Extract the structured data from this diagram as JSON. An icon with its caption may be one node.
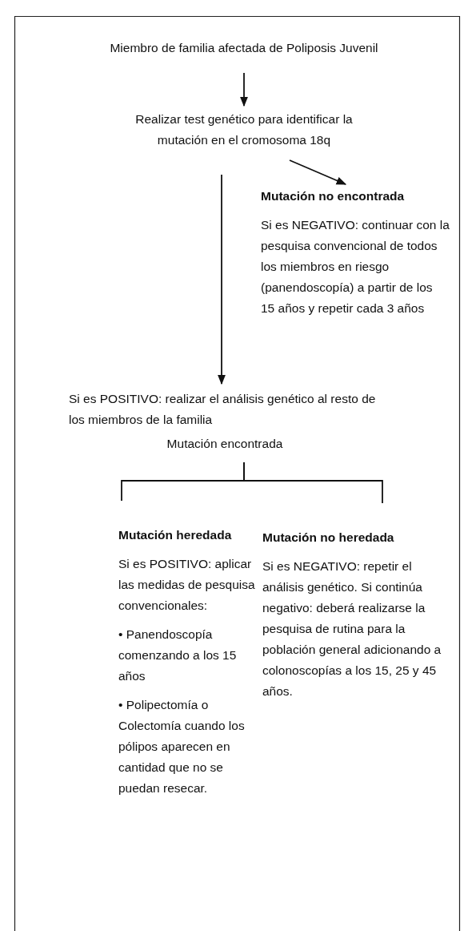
{
  "diagram": {
    "nodes": [
      {
        "text": [
          "Miembro de familia afectada de Poliposis Juvenil"
        ]
      },
      {
        "text": [
          "Realizar test genético para identificar la mutación en el cromosoma 18q"
        ]
      },
      {
        "text": [
          "Mutación no encontrada",
          "Si es NEGATIVO: continuar con la pesquisa convencional de todos los miembros en riesgo (panendoscopía) a partir de los 15 años y repetir cada 3 años"
        ]
      },
      {
        "text": [
          "Si es POSITIVO: realizar el análisis genético al resto de los miembros de la familia",
          "Mutación encontrada"
        ]
      },
      {
        "text": [
          "Mutación heredada",
          "Si es POSITIVO: aplicar las medidas de pesquisa convencionales:",
          "• Panendoscopía comenzando a los 15 años",
          "• Polipectomía o Colectomía cuando los pólipos aparecen en cantidad que no se puedan resecar."
        ]
      },
      {
        "text": [
          "Mutación no heredada",
          "Si es NEGATIVO: repetir el análisis genético. Si continúa negativo: deberá realizarse la pesquisa de rutina para la población general adicionando a colonoscopías a los 15, 25 y 45 años."
        ]
      }
    ],
    "edges": [
      {
        "from": 0,
        "to": 1,
        "arrow": "to"
      },
      {
        "from": 1,
        "to": 2,
        "arrow": "to"
      },
      {
        "from": 1,
        "to": 3,
        "arrow": "to"
      },
      {
        "from": 3,
        "to": 4,
        "arrow": "none"
      },
      {
        "from": 3,
        "to": 5,
        "arrow": "none"
      }
    ]
  }
}
